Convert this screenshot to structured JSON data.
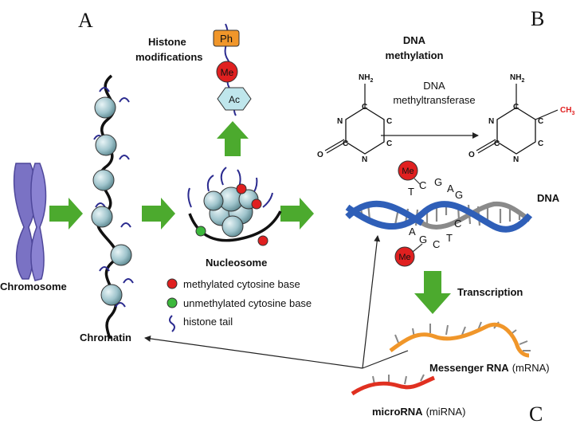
{
  "panels": {
    "a": "A",
    "b": "B",
    "c": "C"
  },
  "labels": {
    "chromosome": "Chromosome",
    "chromatin": "Chromatin",
    "nucleosome": "Nucleosome",
    "histone_mod_1": "Histone",
    "histone_mod_2": "modifications",
    "dna_methylation_1": "DNA",
    "dna_methylation_2": "methylation",
    "enzyme_1": "DNA",
    "enzyme_2": "methyltransferase",
    "dna": "DNA",
    "transcription": "Transcription",
    "mrna_bold": "Messenger RNA",
    "mrna_abbr": "(mRNA)",
    "mirna_bold": "microRNA",
    "mirna_abbr": "(miRNA)"
  },
  "histone_marks": {
    "ph": "Ph",
    "me": "Me",
    "ac": "Ac"
  },
  "legend": [
    {
      "text": "methylated cytosine base",
      "color": "#e02020"
    },
    {
      "text": "unmethylated cytosine base",
      "color": "#3cb83c"
    },
    {
      "text": "histone tail",
      "color": "#2b2b8f"
    }
  ],
  "chem": {
    "nh2": "NH",
    "nh2_sub": "2",
    "n": "N",
    "c": "C",
    "o": "O",
    "ch3": "CH",
    "ch3_sub": "3"
  },
  "dna_bases_top": [
    "T",
    "C",
    "G",
    "A",
    "G"
  ],
  "dna_bases_bottom": [
    "A",
    "G",
    "C",
    "T",
    "C"
  ],
  "methyl_label": "Me",
  "colors": {
    "arrow_green": "#4caa2e",
    "chromosome": "#7a72c4",
    "dna_blue": "#2f5fb8",
    "mrna_orange": "#f0962a",
    "mirna_red": "#e03020",
    "methyl_red": "#e02020",
    "unmethyl_green": "#3cb83c",
    "ph_orange": "#f0962a",
    "ac_cyan": "#bfe6ec"
  }
}
